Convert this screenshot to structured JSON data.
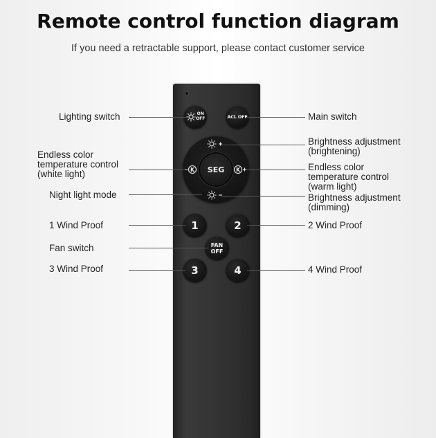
{
  "header": {
    "title": "Remote control function diagram",
    "subtitle": "If you need a retractable support, please contact customer service"
  },
  "labels": {
    "lighting_switch": "Lighting switch",
    "main_switch": "Main switch",
    "brightness_up": "Brightness adjustment\n(brightening)",
    "color_temp_white": "Endless color\ntemperature control\n (white light)",
    "color_temp_warm": "Endless color\ntemperature control\n(warm light)",
    "night_light": "Night light mode",
    "brightness_down": "Brightness adjustment\n (dimming)",
    "wind_1": "1 Wind Proof",
    "wind_2": "2 Wind Proof",
    "fan_switch": "Fan switch",
    "wind_3": "3 Wind Proof",
    "wind_4": "4 Wind Proof"
  },
  "remote": {
    "light_button": "ON\nOFF",
    "main_button": "ACL OFF",
    "center_button": "SEG",
    "button_1": "1",
    "button_2": "2",
    "fan_button": "FAN\nOFF",
    "button_3": "3",
    "button_4": "4"
  },
  "icons": {
    "sun": "sun-icon",
    "k_left": "color-temp-minus-icon",
    "k_right": "color-temp-plus-icon"
  },
  "colors": {
    "remote_body": "#333333",
    "button": "#151515",
    "leader_line": "#555555"
  }
}
